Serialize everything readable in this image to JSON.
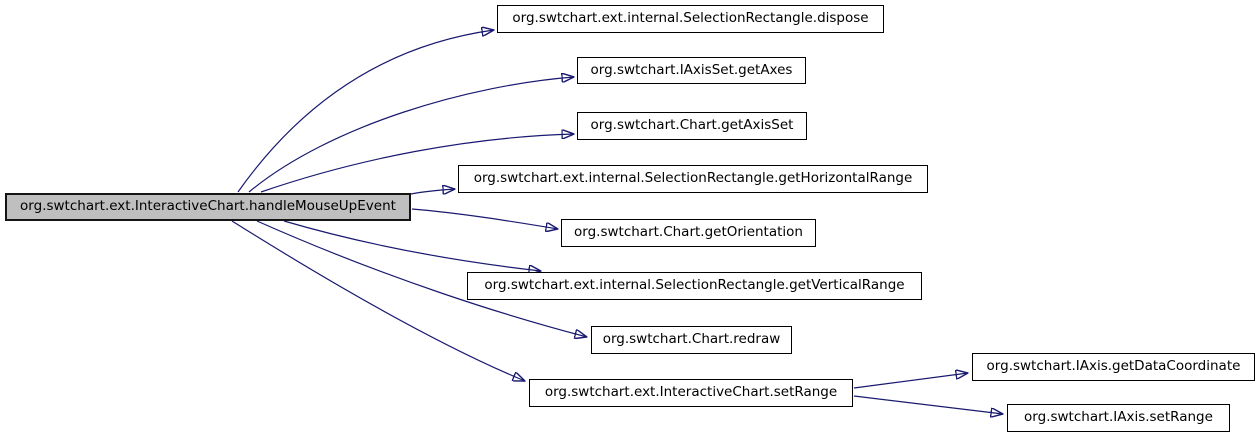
{
  "graph": {
    "nodes": [
      {
        "id": "handleMouseUpEvent",
        "label": "org.swtchart.ext.InteractiveChart.handleMouseUpEvent",
        "role": "main"
      },
      {
        "id": "dispose",
        "label": "org.swtchart.ext.internal.SelectionRectangle.dispose",
        "role": "callee"
      },
      {
        "id": "getAxes",
        "label": "org.swtchart.IAxisSet.getAxes",
        "role": "callee"
      },
      {
        "id": "getAxisSet",
        "label": "org.swtchart.Chart.getAxisSet",
        "role": "callee"
      },
      {
        "id": "getHorizontalRange",
        "label": "org.swtchart.ext.internal.SelectionRectangle.getHorizontalRange",
        "role": "callee"
      },
      {
        "id": "getOrientation",
        "label": "org.swtchart.Chart.getOrientation",
        "role": "callee"
      },
      {
        "id": "getVerticalRange",
        "label": "org.swtchart.ext.internal.SelectionRectangle.getVerticalRange",
        "role": "callee"
      },
      {
        "id": "redraw",
        "label": "org.swtchart.Chart.redraw",
        "role": "callee"
      },
      {
        "id": "setRange",
        "label": "org.swtchart.ext.InteractiveChart.setRange",
        "role": "callee"
      },
      {
        "id": "getDataCoordinate",
        "label": "org.swtchart.IAxis.getDataCoordinate",
        "role": "callee"
      },
      {
        "id": "iaxisSetRange",
        "label": "org.swtchart.IAxis.setRange",
        "role": "callee"
      }
    ],
    "edges": [
      {
        "from": "handleMouseUpEvent",
        "to": "dispose"
      },
      {
        "from": "handleMouseUpEvent",
        "to": "getAxes"
      },
      {
        "from": "handleMouseUpEvent",
        "to": "getAxisSet"
      },
      {
        "from": "handleMouseUpEvent",
        "to": "getHorizontalRange"
      },
      {
        "from": "handleMouseUpEvent",
        "to": "getOrientation"
      },
      {
        "from": "handleMouseUpEvent",
        "to": "getVerticalRange"
      },
      {
        "from": "handleMouseUpEvent",
        "to": "redraw"
      },
      {
        "from": "handleMouseUpEvent",
        "to": "setRange"
      },
      {
        "from": "setRange",
        "to": "getDataCoordinate"
      },
      {
        "from": "setRange",
        "to": "iaxisSetRange"
      }
    ],
    "colors": {
      "edge": "#191970",
      "node_fill": "#ffffff",
      "node_border": "#000000",
      "main_node_fill": "#bfbfbf",
      "text": "#000000",
      "background": "#ffffff"
    }
  }
}
